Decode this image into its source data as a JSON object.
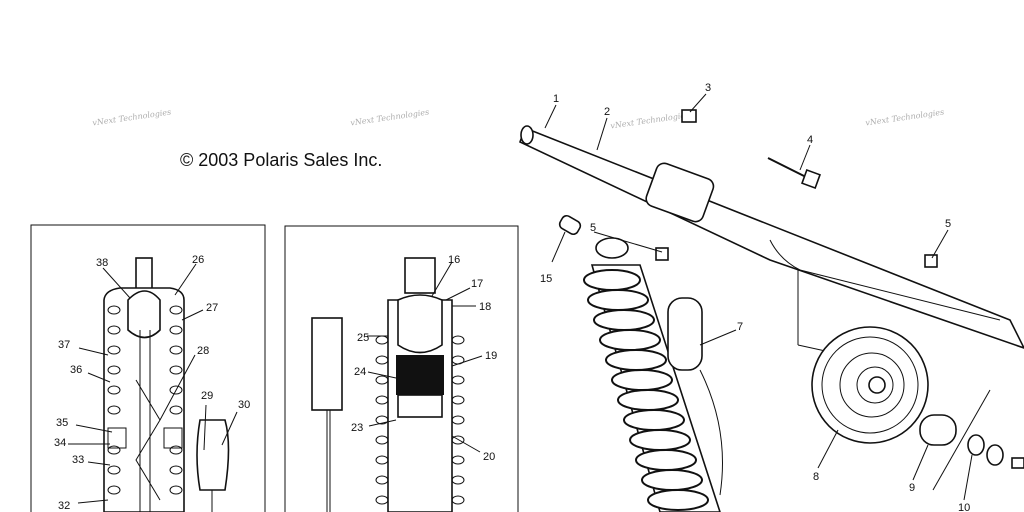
{
  "copyright": "© 2003 Polaris Sales Inc.",
  "watermark": "vNext Technologies",
  "callouts": [
    "1",
    "2",
    "3",
    "4",
    "5",
    "5",
    "7",
    "8",
    "9",
    "10",
    "15",
    "16",
    "17",
    "18",
    "19",
    "20",
    "23",
    "24",
    "25",
    "26",
    "27",
    "28",
    "29",
    "30",
    "32",
    "33",
    "34",
    "35",
    "36",
    "37",
    "38"
  ]
}
